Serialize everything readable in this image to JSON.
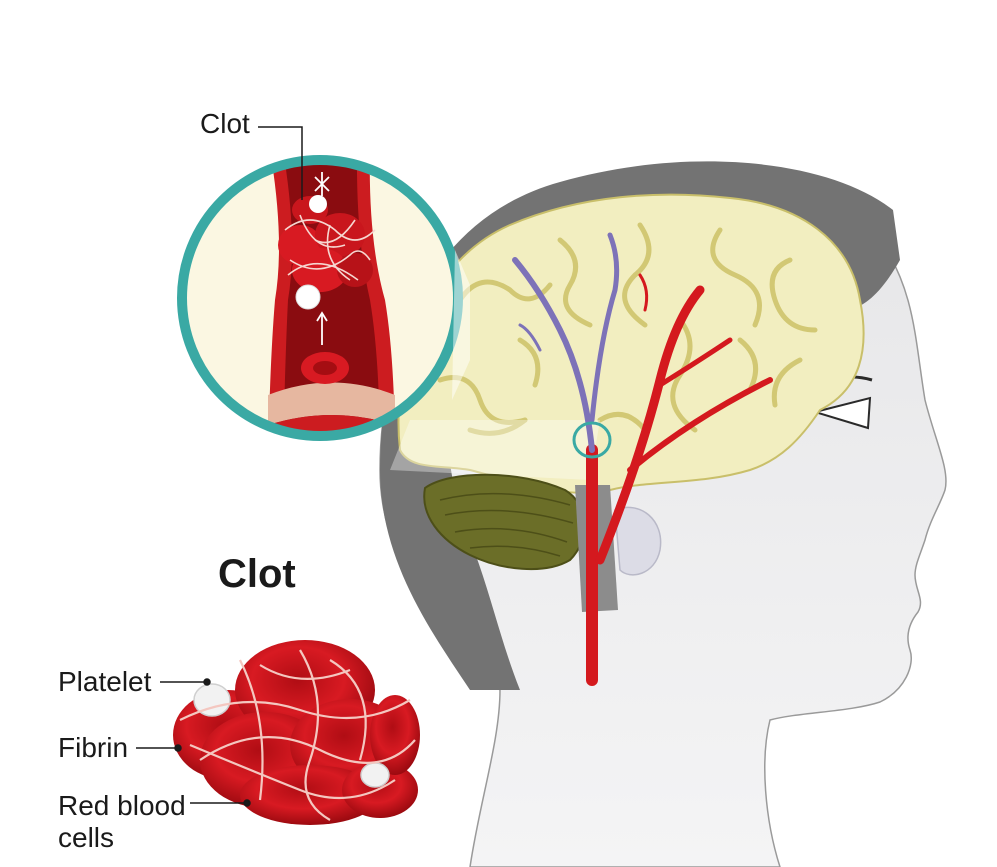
{
  "labels": {
    "clot_top": "Clot",
    "clot_title": "Clot",
    "platelet": "Platelet",
    "fibrin": "Fibrin",
    "red_blood_cells_line1": "Red blood",
    "red_blood_cells_line2": "cells"
  },
  "colors": {
    "skin": "#e6e6e8",
    "skull": "#737373",
    "brain": "#f2eec0",
    "brain_fold": "#d8cf82",
    "cerebellum": "#6b6e28",
    "artery": "#d4191e",
    "vein": "#7d72b8",
    "magnifier_ring": "#3aa9a4",
    "magnifier_bg": "#fbf7e2",
    "vessel_wall": "#e6b7a0"
  },
  "icons": {
    "magnifier": "magnifier-circle",
    "clot_marker": "clot-location-ring"
  }
}
